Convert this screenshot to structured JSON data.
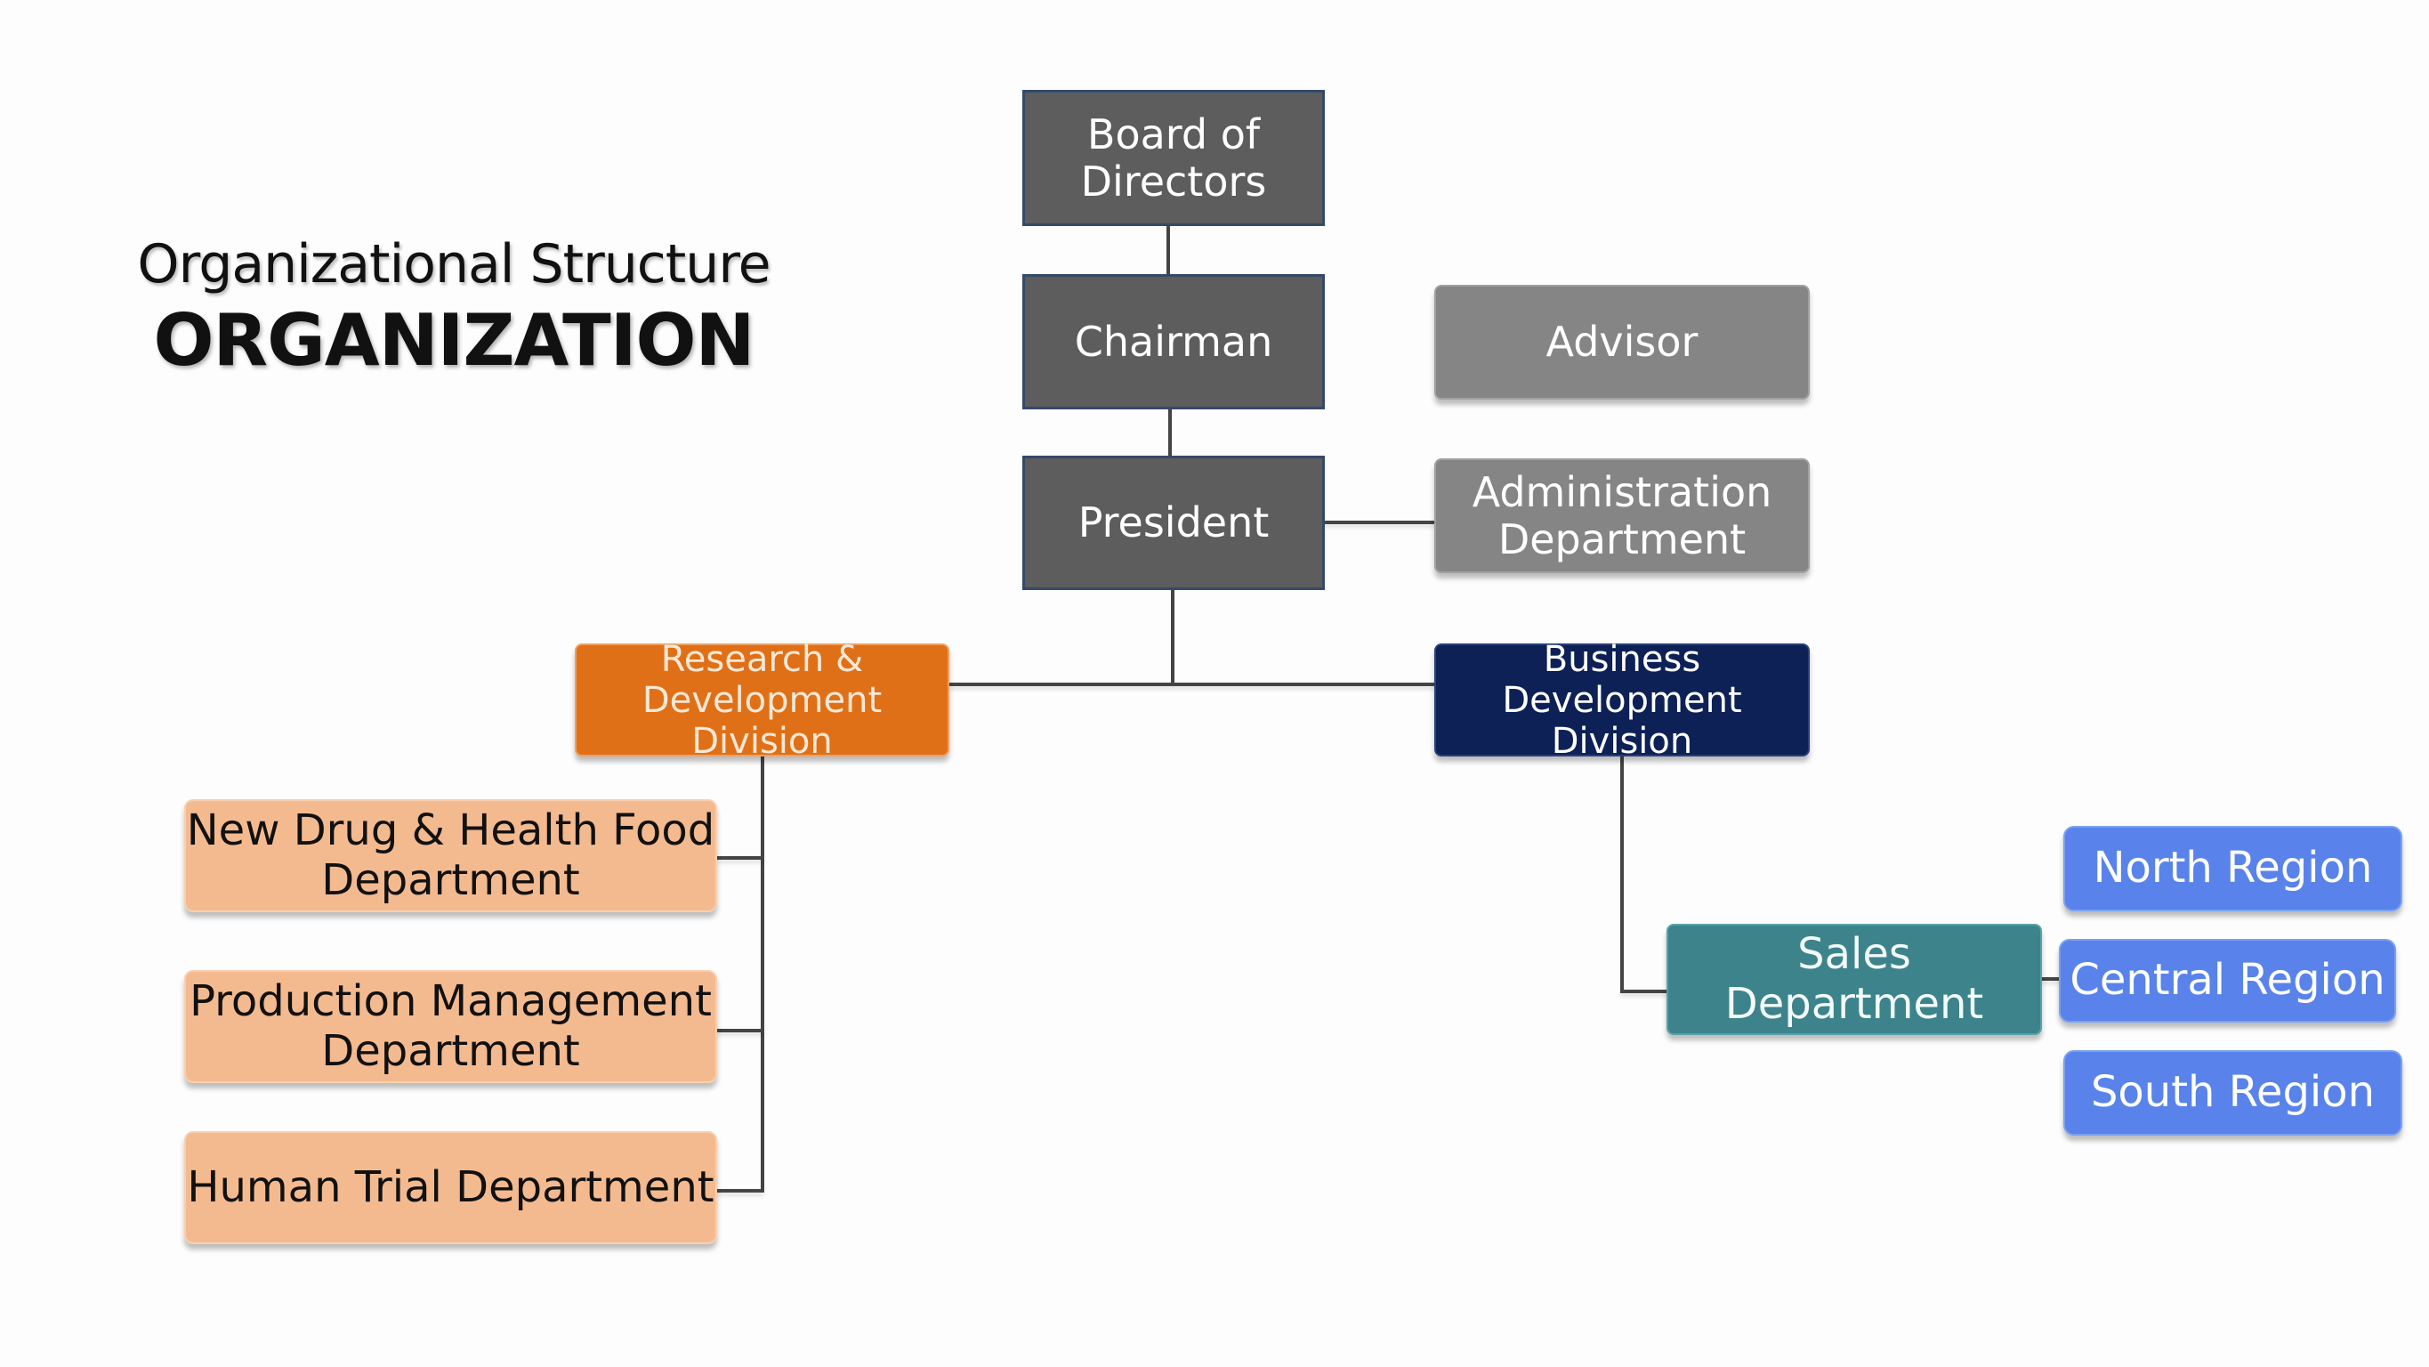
{
  "title": {
    "subtitle": "Organizational Structure",
    "heading": "ORGANIZATION"
  },
  "executive": {
    "board": [
      "Board of",
      "Directors"
    ],
    "chairman": "Chairman",
    "president": "President"
  },
  "staff": {
    "advisor": "Advisor",
    "administration": [
      "Administration",
      "Department"
    ]
  },
  "divisions": {
    "rd": {
      "label": [
        "Research &",
        "Development Division"
      ],
      "color": "#e07017",
      "departments": [
        [
          "New Drug & Health Food",
          "Department"
        ],
        [
          "Production Management",
          "Department"
        ],
        [
          "Human Trial Department"
        ]
      ]
    },
    "bd": {
      "label": [
        "Business",
        "Development Division"
      ],
      "color": "#0d2157",
      "sales": "Sales Department",
      "regions": [
        "North Region",
        "Central Region",
        "South Region"
      ]
    }
  },
  "colors": {
    "executive": "#5d5d5d",
    "staff": "#858585",
    "department": "#f4ba8f",
    "sales": "#3d838b",
    "region": "#5983ea",
    "connector": "#444444"
  }
}
